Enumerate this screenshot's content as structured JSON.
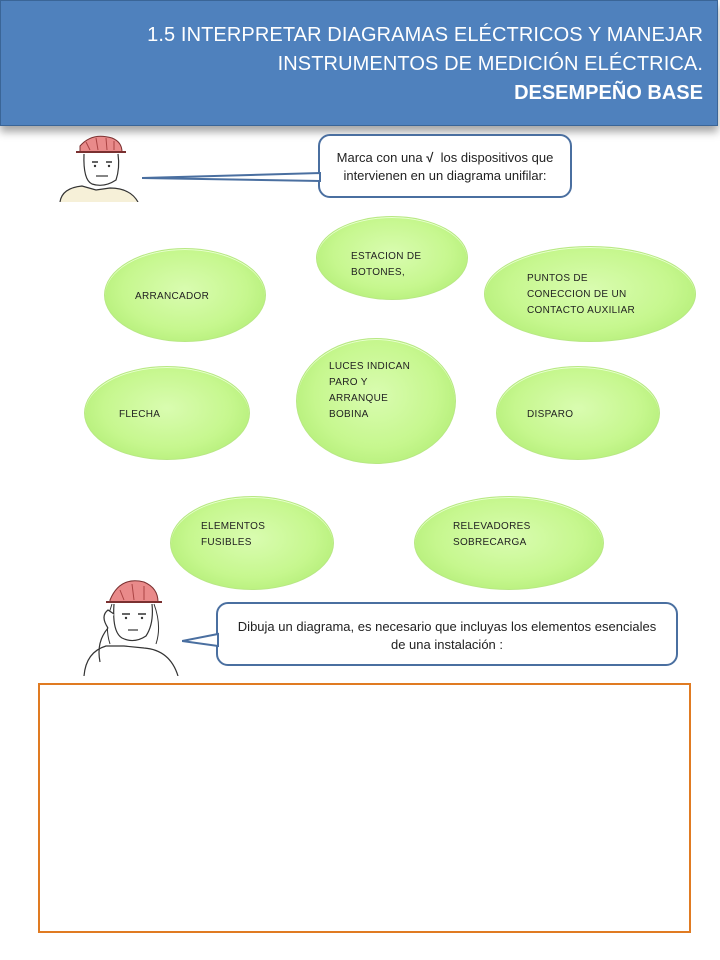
{
  "header": {
    "line1": "1.5 INTERPRETAR DIAGRAMAS ELÉCTRICOS Y MANEJAR",
    "line2": "INSTRUMENTOS DE MEDICIÓN ELÉCTRICA.",
    "line3": "DESEMPEÑO BASE"
  },
  "bubble1": {
    "text_before": "Marca con una ",
    "check": "√",
    "text_after": "  los dispositivos que",
    "line2": "intervienen en un diagrama unifilar:"
  },
  "ovals": [
    {
      "label": "ESTACION DE\nBOTONES,"
    },
    {
      "label": "ARRANCADOR"
    },
    {
      "label": "PUNTOS DE\nCONECCION DE UN\nCONTACTO AUXILIAR"
    },
    {
      "label": "LUCES INDICAN\nPARO Y\nARRANQUE\nBOBINA"
    },
    {
      "label": "FLECHA"
    },
    {
      "label": "DISPARO"
    },
    {
      "label": "ELEMENTOS\nFUSIBLES"
    },
    {
      "label": "RELEVADORES\nSOBRECARGA"
    }
  ],
  "bubble2": {
    "line1": "Dibuja un diagrama, es necesario que incluyas los elementos esenciales",
    "line2": "de una instalación :"
  },
  "colors": {
    "header_bg": "#4f81bd",
    "oval_fill": "#c6f78e",
    "bubble_border": "#4a6fa0",
    "draw_box_border": "#e07b22"
  }
}
